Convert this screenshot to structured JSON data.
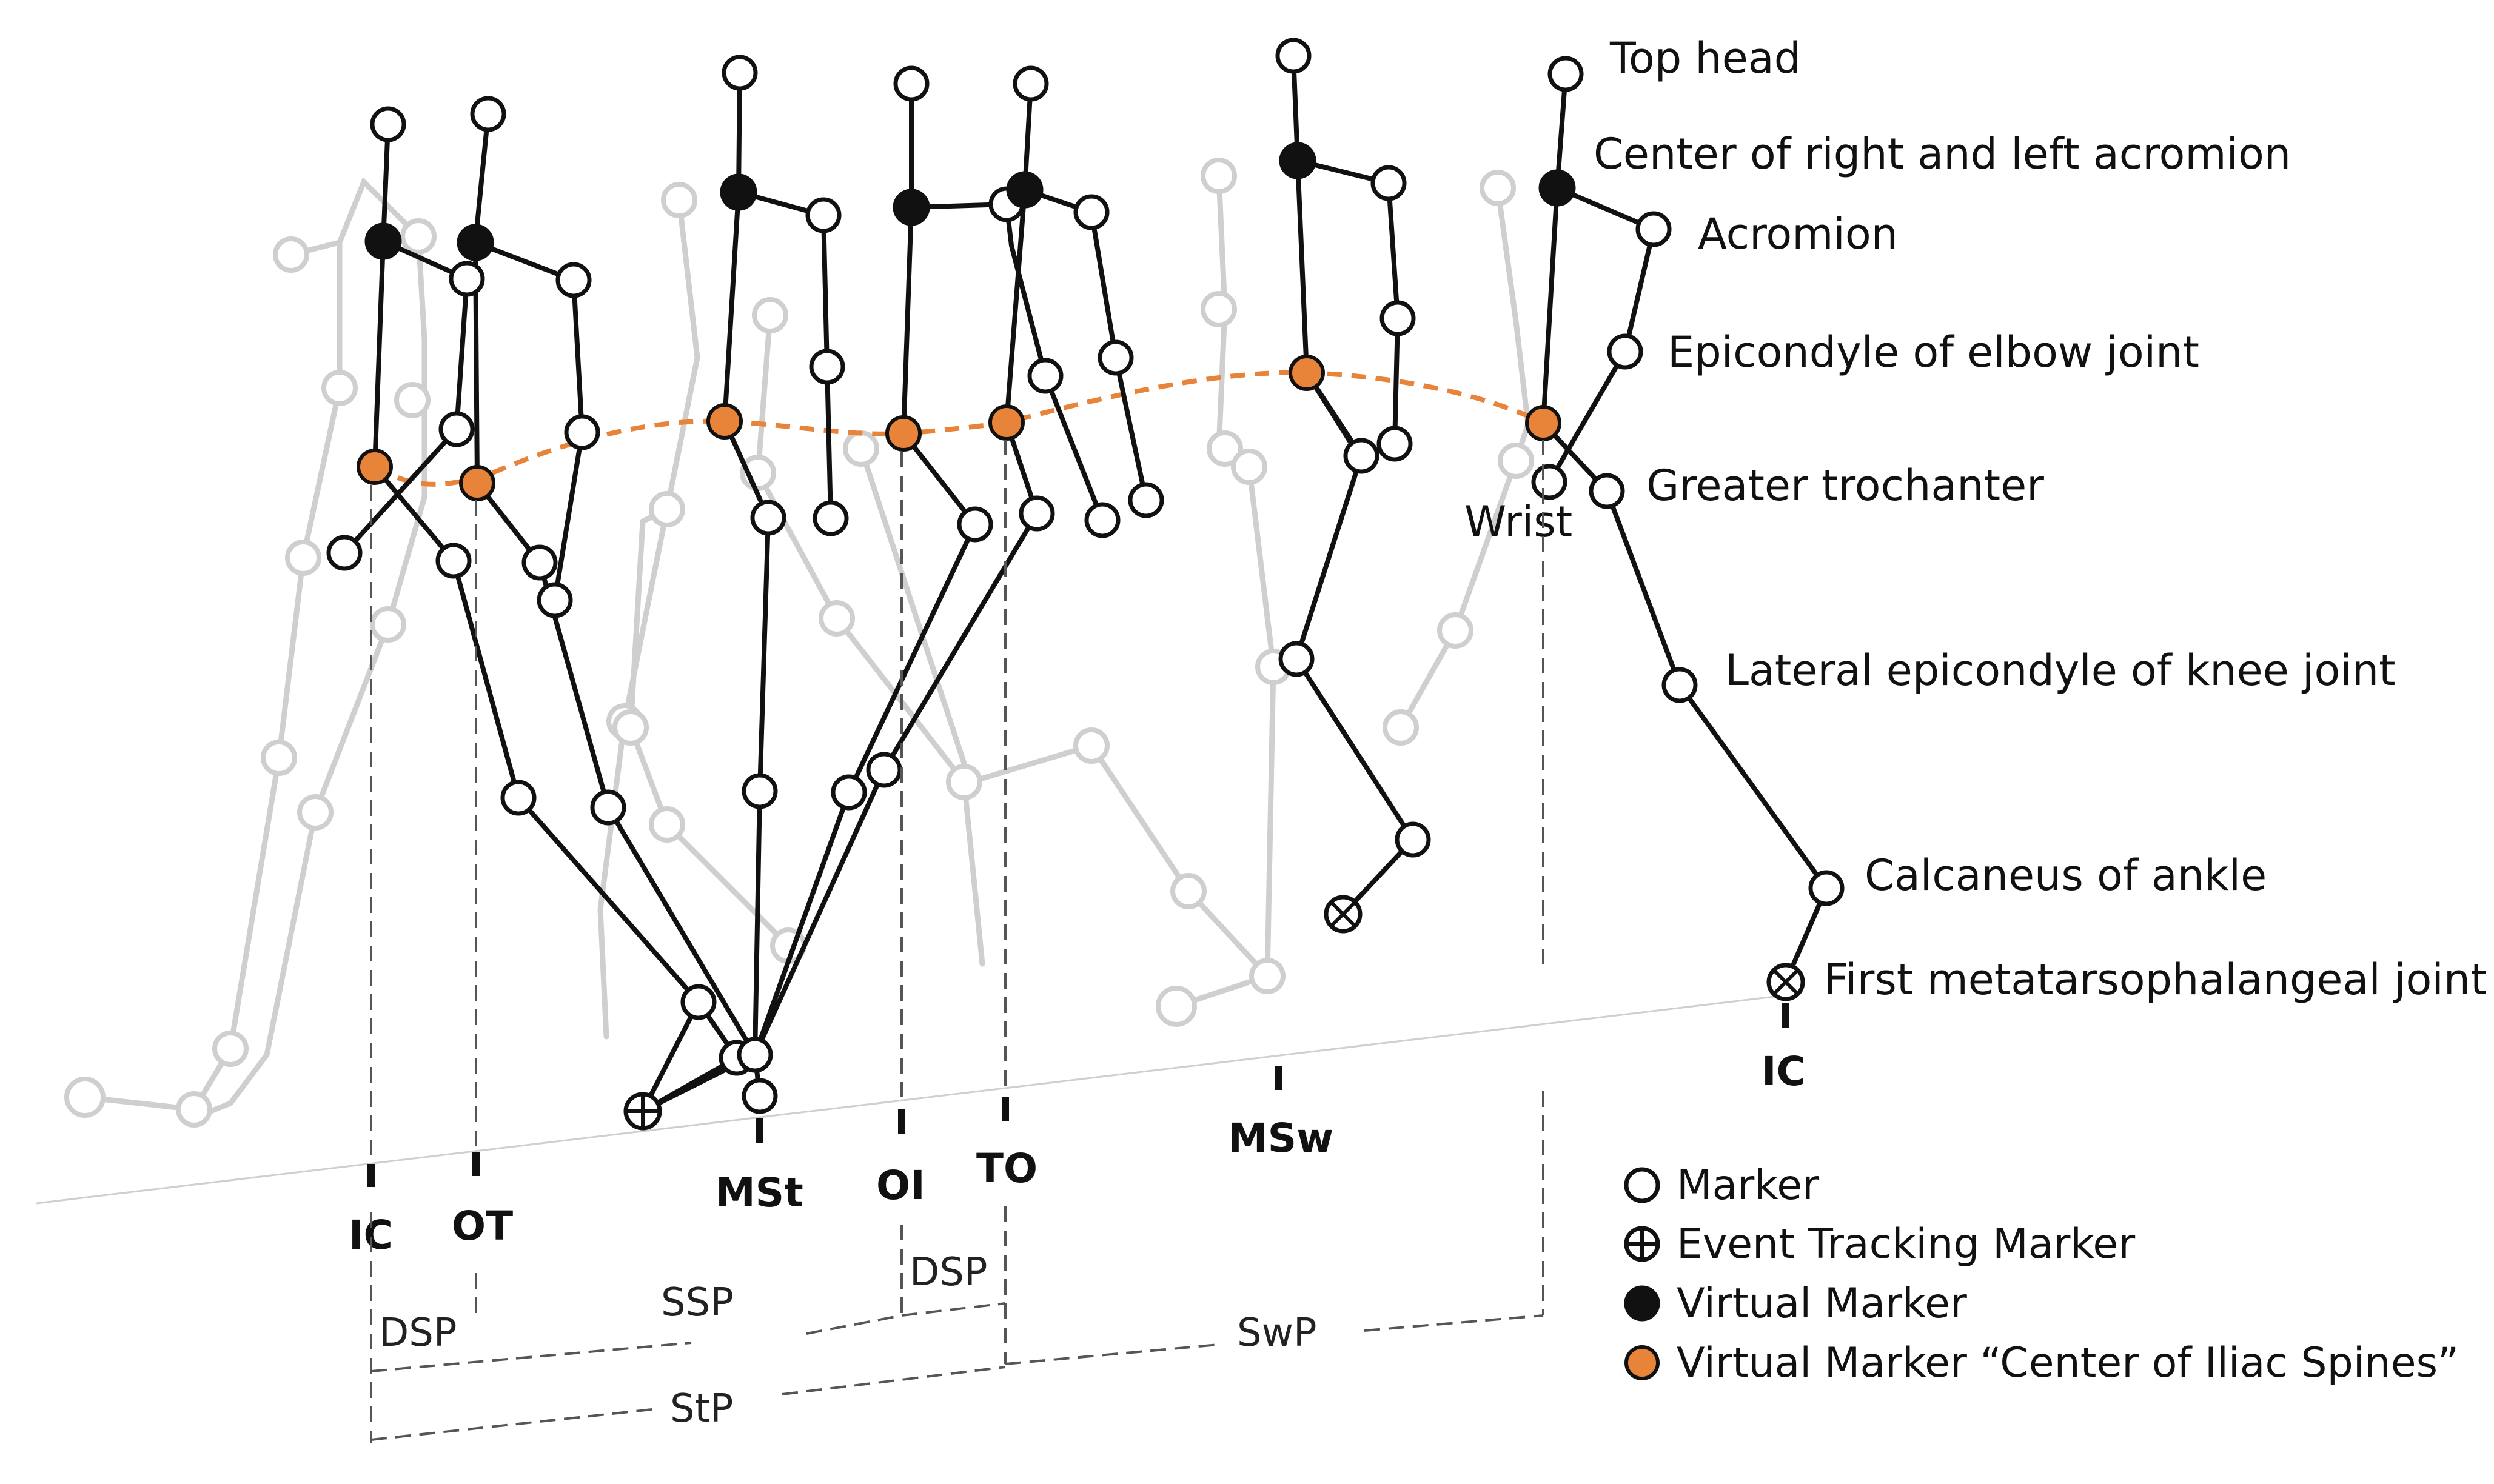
{
  "colors": {
    "skeleton": "#111111",
    "ghost_skeleton": "#cfcfcf",
    "virtual_marker": "#111111",
    "iliac_center_marker": "#E8833A",
    "iliac_trajectory": "#E8833A"
  },
  "marker_labels": {
    "top_head": "Top head",
    "center_acromion": "Center of right and left acromion",
    "acromion": "Acromion",
    "epicondyle_elbow": "Epicondyle of elbow joint",
    "wrist": "Wrist",
    "greater_trochanter": "Greater trochanter",
    "lateral_epicondyle_knee": "Lateral epicondyle of knee joint",
    "calcaneus": "Calcaneus of ankle",
    "first_mtp": "First metatarsophalangeal joint"
  },
  "events": {
    "ic_first": "IC",
    "ot": "OT",
    "mst": "MSt",
    "oi": "OI",
    "to": "TO",
    "msw": "MSw",
    "ic_last": "IC"
  },
  "phases": {
    "dsp_first": "DSP",
    "ssp": "SSP",
    "dsp_second": "DSP",
    "swp": "SwP",
    "stp": "StP"
  },
  "legend": [
    {
      "symbol": "marker",
      "label": "Marker"
    },
    {
      "symbol": "event-tracking-marker",
      "label": "Event Tracking Marker"
    },
    {
      "symbol": "virtual-marker",
      "label": "Virtual Marker"
    },
    {
      "symbol": "virtual-marker-iliac",
      "label": "Virtual Marker “Center of Iliac Spines”"
    }
  ]
}
